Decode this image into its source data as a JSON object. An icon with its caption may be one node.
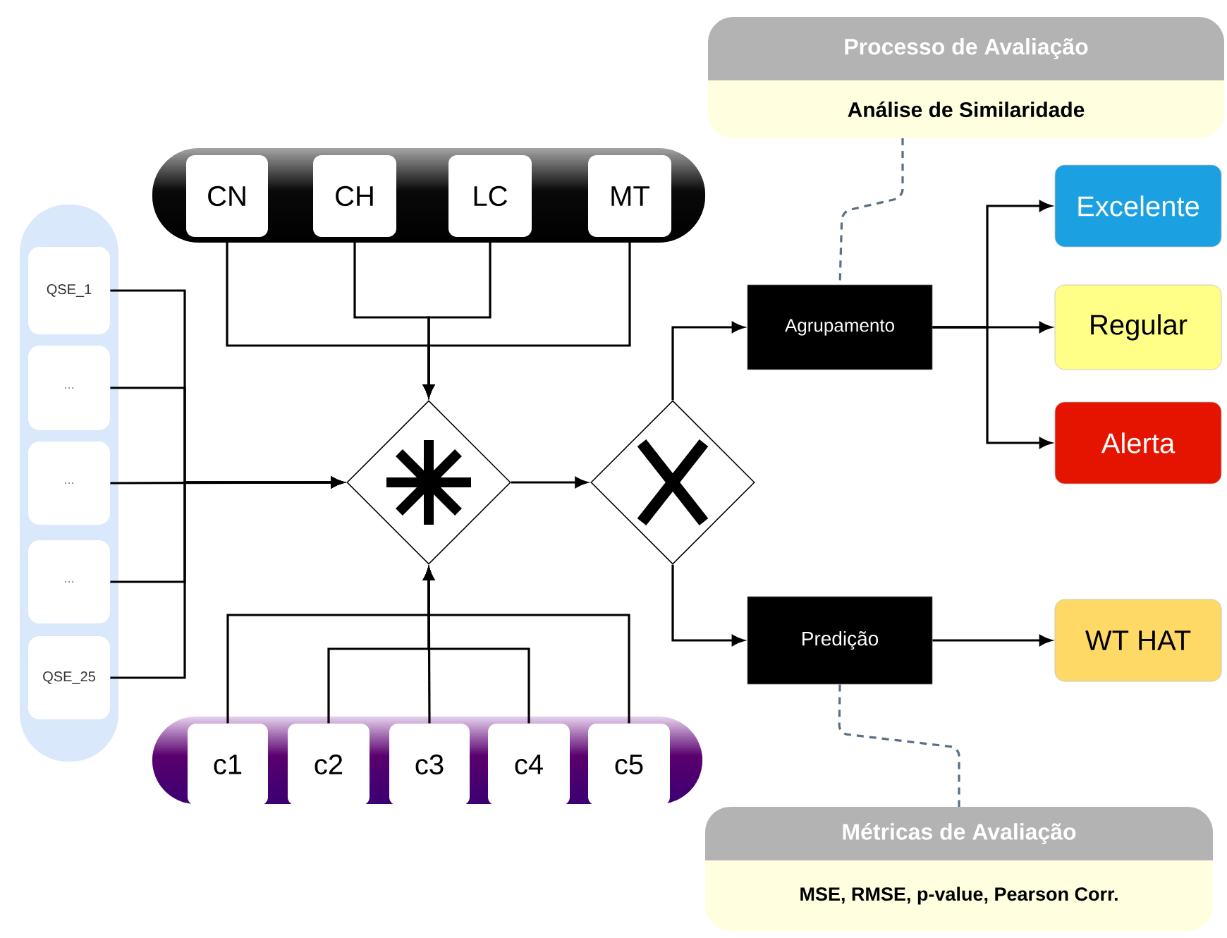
{
  "diagram": {
    "nodes": [
      {
        "text": [],
        "shape": "box"
      },
      {
        "text": [
          "QSE_1"
        ],
        "in": 0
      },
      {
        "text": [
          "..."
        ],
        "in": 0
      },
      {
        "text": [
          "..."
        ],
        "in": 0
      },
      {
        "text": [
          "..."
        ],
        "in": 0
      },
      {
        "text": [
          "QSE_25"
        ],
        "in": 0
      },
      {
        "text": [],
        "shape": "box"
      },
      {
        "text": [
          "CN"
        ],
        "in": 6
      },
      {
        "text": [
          "CH"
        ],
        "in": 6
      },
      {
        "text": [
          "LC"
        ],
        "in": 6
      },
      {
        "text": [
          "MT"
        ],
        "in": 6
      },
      {
        "text": [],
        "shape": "box"
      },
      {
        "text": [
          "c1"
        ],
        "in": 11
      },
      {
        "text": [
          "c2"
        ],
        "in": 11
      },
      {
        "text": [
          "c3"
        ],
        "in": 11
      },
      {
        "text": [
          "c4"
        ],
        "in": 11
      },
      {
        "text": [
          "c5"
        ],
        "in": 11
      },
      {
        "text": [],
        "shape": "diamond"
      },
      {
        "text": [],
        "shape": "diamond"
      },
      {
        "text": [
          "Processo de Avaliação",
          "Análise de Similaridade"
        ]
      },
      {
        "text": [
          "Agrupamento"
        ]
      },
      {
        "text": [
          "Excelente"
        ]
      },
      {
        "text": [
          "Regular"
        ]
      },
      {
        "text": [
          "Alerta"
        ]
      },
      {
        "text": [
          "Predição"
        ]
      },
      {
        "text": [
          "WT HAT"
        ]
      },
      {
        "text": [
          "Métricas de Avaliação",
          "MSE, RMSE, p-value, Pearson Corr."
        ]
      }
    ],
    "edges": [
      {
        "from": 1,
        "to": 17,
        "arrow": "to"
      },
      {
        "from": 2,
        "to": 17,
        "arrow": "to"
      },
      {
        "from": 3,
        "to": 17,
        "arrow": "to"
      },
      {
        "from": 4,
        "to": 17,
        "arrow": "to"
      },
      {
        "from": 5,
        "to": 17,
        "arrow": "to"
      },
      {
        "from": 7,
        "to": 17,
        "arrow": "to"
      },
      {
        "from": 8,
        "to": 17,
        "arrow": "to"
      },
      {
        "from": 9,
        "to": 17,
        "arrow": "to"
      },
      {
        "from": 10,
        "to": 17,
        "arrow": "to"
      },
      {
        "from": 12,
        "to": 17,
        "arrow": "to"
      },
      {
        "from": 13,
        "to": 17,
        "arrow": "to"
      },
      {
        "from": 14,
        "to": 17,
        "arrow": "to"
      },
      {
        "from": 15,
        "to": 17,
        "arrow": "to"
      },
      {
        "from": 16,
        "to": 17,
        "arrow": "to"
      },
      {
        "from": 17,
        "to": 18,
        "arrow": "to"
      },
      {
        "from": 18,
        "to": 20,
        "arrow": "to"
      },
      {
        "from": 18,
        "to": 24,
        "arrow": "to"
      },
      {
        "from": 20,
        "to": 21,
        "arrow": "to"
      },
      {
        "from": 20,
        "to": 22,
        "arrow": "to"
      },
      {
        "from": 20,
        "to": 23,
        "arrow": "to"
      },
      {
        "from": 24,
        "to": 25,
        "arrow": "to"
      },
      {
        "from": 19,
        "to": 20,
        "arrow": "none",
        "style": "dashed",
        "color": "#5a6f85"
      },
      {
        "from": 24,
        "to": 26,
        "arrow": "none",
        "style": "dashed",
        "color": "#5a6f85"
      }
    ]
  }
}
